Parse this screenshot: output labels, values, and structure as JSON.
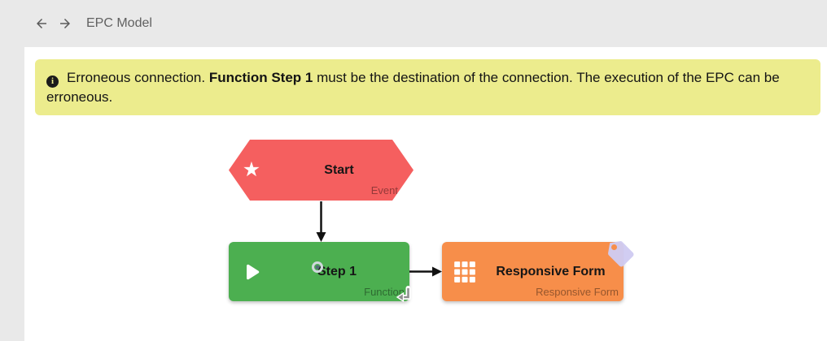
{
  "header": {
    "title": "EPC Model",
    "back_icon": "arrow-back",
    "forward_icon": "arrow-forward"
  },
  "banner": {
    "icon": "info-circle",
    "text_prefix": "Erroneous connection. ",
    "text_bold": "Function Step 1",
    "text_suffix": " must be the destination of the connection. The execution of the EPC can be erroneous.",
    "background_color": "#ecec8d"
  },
  "diagram": {
    "nodes": [
      {
        "id": "start",
        "shape": "hexagon",
        "label": "Start",
        "type_label": "Event",
        "color": "#f55f5f",
        "icon": "star-icon"
      },
      {
        "id": "step-1",
        "shape": "rounded-rect",
        "label": "Step 1",
        "type_label": "Function",
        "color": "#4caf50",
        "icon": "play-icon",
        "overlay_icons": [
          "connection-anchor-icon",
          "return-arrow-icon"
        ]
      },
      {
        "id": "responsive-form",
        "shape": "rounded-rect",
        "label": "Responsive Form",
        "type_label": "Responsive Form",
        "color": "#f78e4a",
        "icon": "grid-icon",
        "overlay_icons": [
          "tag-icon"
        ],
        "tag_color": "#cfcbf1"
      }
    ],
    "connections": [
      {
        "from": "start",
        "to": "step-1",
        "direction": "down"
      },
      {
        "from": "step-1",
        "to": "responsive-form",
        "direction": "right"
      }
    ]
  }
}
